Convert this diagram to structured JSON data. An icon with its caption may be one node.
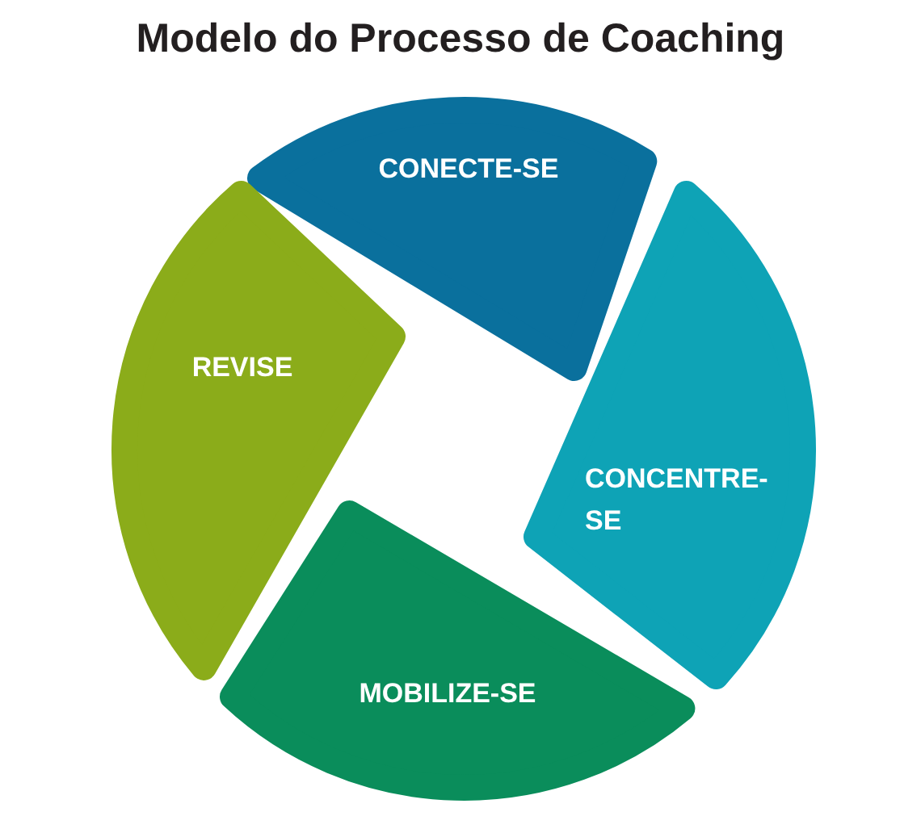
{
  "diagram": {
    "title": "Modelo do Processo de Coaching",
    "nodes": [
      {
        "text": [
          "CONECTE-SE"
        ]
      },
      {
        "text": [
          "CONCENTRE-SE"
        ]
      },
      {
        "text": [
          "MOBILIZE-SE"
        ]
      },
      {
        "text": [
          "REVISE"
        ]
      }
    ]
  }
}
